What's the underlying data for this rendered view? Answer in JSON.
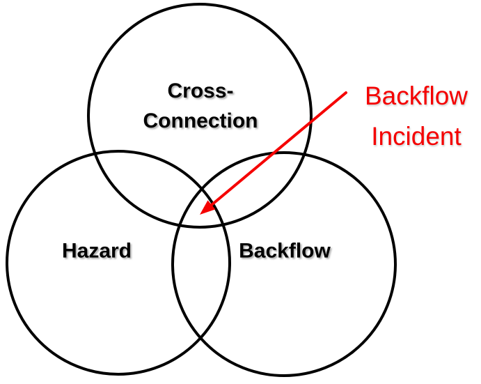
{
  "colors": {
    "background": "#ffffff",
    "circle_stroke": "#000000",
    "label_text": "#000000",
    "accent_red": "#f50000"
  },
  "venn": {
    "type": "venn-diagram",
    "circles": [
      {
        "name": "cross-connection",
        "line1": "Cross-",
        "line2": "Connection"
      },
      {
        "name": "hazard",
        "label": "Hazard"
      },
      {
        "name": "backflow",
        "label": "Backflow"
      }
    ],
    "annotation": {
      "line1": "Backflow",
      "line2": "Incident",
      "target": "center-intersection"
    }
  }
}
